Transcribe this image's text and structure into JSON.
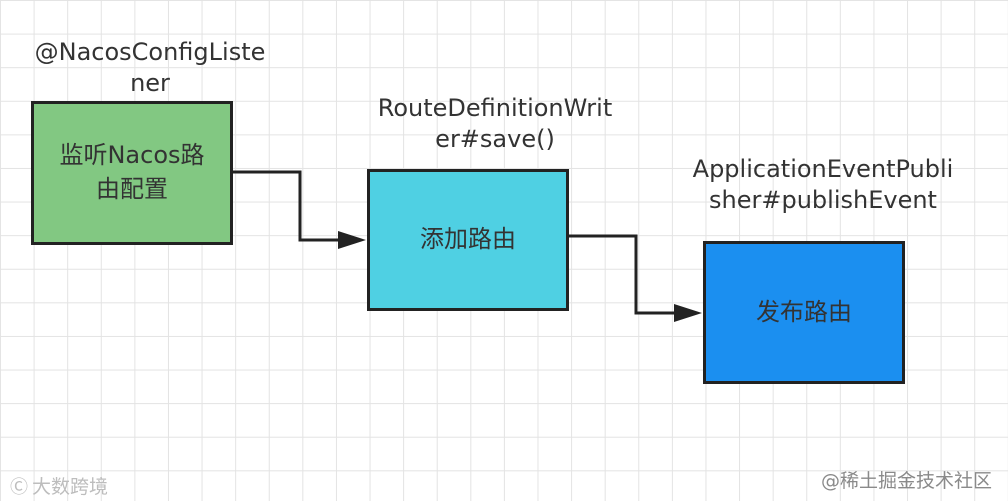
{
  "nodes": [
    {
      "id": "listen",
      "label": "监听Nacos路\n由配置",
      "caption": "@NacosConfigListe\nner",
      "fill": "#82c882"
    },
    {
      "id": "add",
      "label": "添加路由",
      "caption": "RouteDefinitionWrit\ner#save()",
      "fill": "#4fd0e3"
    },
    {
      "id": "publish",
      "label": "发布路由",
      "caption": "ApplicationEventPubli\nsher#publishEvent",
      "fill": "#1b8ff0"
    }
  ],
  "edges": [
    {
      "from": "listen",
      "to": "add"
    },
    {
      "from": "add",
      "to": "publish"
    }
  ],
  "watermarks": {
    "left": "大数跨境",
    "right": "@稀土掘金技术社区"
  }
}
